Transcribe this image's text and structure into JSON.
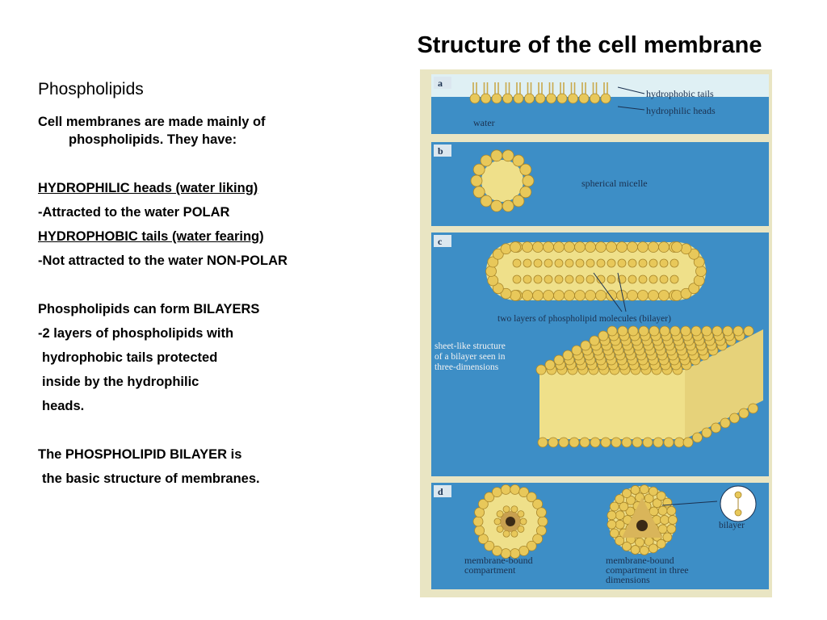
{
  "slide": {
    "title": "Structure of the cell membrane",
    "heading": "Phospholipids",
    "lines": [
      "Cell membranes are made mainly of",
      "phospholipids. They have:",
      "HYDROPHILIC heads (water liking)",
      "-Attracted to the water POLAR",
      "HYDROPHOBIC tails (water fearing)",
      "-Not attracted to the water NON-POLAR",
      "Phospholipids can form BILAYERS",
      "-2 layers of phospholipids with",
      "hydrophobic tails protected",
      "inside by the hydrophilic",
      "heads.",
      "The PHOSPHOLIPID BILAYER is",
      "the basic structure of membranes."
    ]
  },
  "figure": {
    "colors": {
      "water": "#3d8ec6",
      "head": "#e8c85a",
      "tail": "#efe08a",
      "frame": "#e9e5c3",
      "label": "#1b3150"
    },
    "panels": [
      {
        "letter": "a",
        "labels": [
          "hydrophobic tails",
          "hydrophilic heads",
          "water"
        ]
      },
      {
        "letter": "b",
        "labels": [
          "spherical micelle"
        ]
      },
      {
        "letter": "c",
        "labels": [
          "two layers of phospholipid molecules (bilayer)",
          "sheet-like structure",
          "of a bilayer seen in",
          "three-dimensions"
        ]
      },
      {
        "letter": "d",
        "labels": [
          "bilayer",
          "membrane-bound",
          "compartment",
          "membrane-bound",
          "compartment in three",
          "dimensions"
        ]
      }
    ]
  }
}
